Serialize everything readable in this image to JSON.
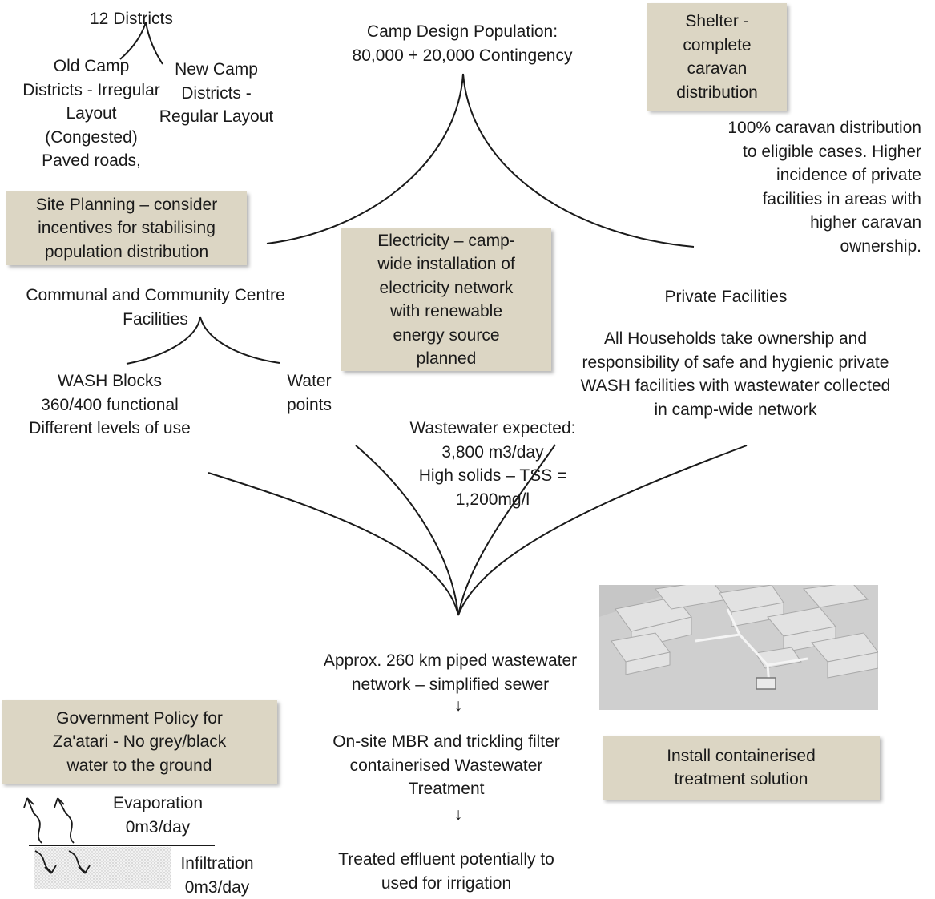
{
  "districts": {
    "title": "12 Districts",
    "old_camp": [
      "Old Camp",
      "Districts - Irregular",
      "Layout",
      "(Congested)",
      "Paved roads,"
    ],
    "new_camp": [
      "New Camp",
      "Districts -",
      "Regular Layout"
    ]
  },
  "camp_population": [
    "Camp Design Population:",
    "80,000 + 20,000 Contingency"
  ],
  "shelter_box": [
    "Shelter -",
    "complete",
    "caravan",
    "distribution"
  ],
  "caravan_note": [
    "100% caravan distribution",
    "to eligible cases. Higher",
    "incidence of private",
    "facilities in areas with",
    "higher caravan",
    "ownership."
  ],
  "site_planning_box": [
    "Site Planning – consider",
    "incentives for stabilising",
    "population distribution"
  ],
  "electricity_box": [
    "Electricity – camp-",
    "wide installation of",
    "electricity network",
    "with renewable",
    "energy source",
    "planned"
  ],
  "communal": [
    "Communal and Community Centre",
    "Facilities"
  ],
  "private_facilities": {
    "title": "Private Facilities",
    "description": [
      "All Households take ownership and",
      "responsibility of safe and hygienic private",
      "WASH facilities with wastewater collected",
      "in camp-wide network"
    ]
  },
  "wash_blocks": [
    "WASH Blocks",
    "360/400 functional",
    "Different levels of use"
  ],
  "water_points": [
    "Water",
    "points"
  ],
  "wastewater_expected": [
    "Wastewater expected:",
    "3,800 m3/day",
    "High solids – TSS =",
    "1,200mg/l"
  ],
  "piped_network": [
    "Approx. 260 km piped wastewater",
    "network – simplified sewer"
  ],
  "treatment": [
    "On-site MBR and trickling filter",
    "containerised Wastewater",
    "Treatment"
  ],
  "effluent": [
    "Treated effluent potentially to",
    "used for irrigation"
  ],
  "install_box": [
    "Install containerised",
    "treatment solution"
  ],
  "government_box": [
    "Government Policy for",
    "Za'atari - No grey/black",
    "water to the ground"
  ],
  "evaporation": [
    "Evaporation",
    "0m3/day"
  ],
  "infiltration": [
    "Infiltration",
    "0m3/day"
  ],
  "arrow_glyph": "↓",
  "colors": {
    "box_fill": "#dcd6c4",
    "line": "#1a1a1a",
    "render_bg": "#c4c4c4"
  }
}
